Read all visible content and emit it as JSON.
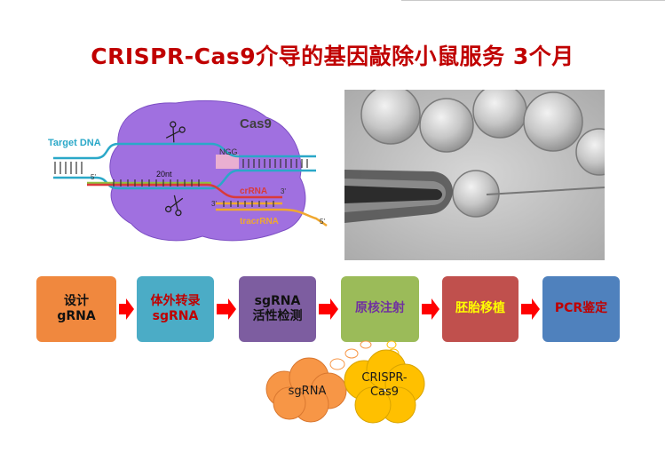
{
  "title": "CRISPR-Cas9介导的基因敲除小鼠服务 3个月",
  "diagram": {
    "labels": {
      "cas9": "Cas9",
      "target_dna": "Target DNA",
      "five_prime_top": "5'",
      "twenty_nt": "20nt",
      "ngg": "NGG",
      "crrna": "crRNA",
      "three_prime_crrna": "3'",
      "three_prime_left": "3'",
      "tracrrna": "tracrRNA",
      "five_prime_tracr": "5'"
    }
  },
  "steps": [
    {
      "label": "设计\ngRNA",
      "color": "#f0883e",
      "text_color": "#111111"
    },
    {
      "label": "体外转录\nsgRNA",
      "color": "#4bacc6",
      "text_color": "#c00000"
    },
    {
      "label": "sgRNA\n活性检测",
      "color": "#7d5da0",
      "text_color": "#111111"
    },
    {
      "label": "原核注射",
      "color": "#9bbb59",
      "text_color": "#7030a0"
    },
    {
      "label": "胚胎移植",
      "color": "#c0504d",
      "text_color": "#ffff00"
    },
    {
      "label": "PCR鉴定",
      "color": "#4f81bd",
      "text_color": "#c00000"
    }
  ],
  "clouds": [
    {
      "label": "sgRNA",
      "color": "#f79646"
    },
    {
      "label": "CRISPR-\nCas9",
      "color": "#ffc000"
    }
  ],
  "colors": {
    "title": "#c00000",
    "arrow": "#ff0000",
    "target_dna": "#2aa8c8",
    "crrna": "#d93a3a",
    "tracrrna": "#f0a830",
    "guide": "#8fbf3f",
    "cas9_body": "#a070e0"
  }
}
